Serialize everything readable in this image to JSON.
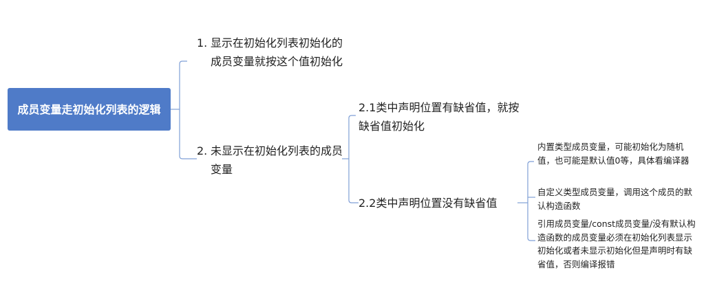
{
  "diagram": {
    "type": "mind-map",
    "colors": {
      "root_fill": "#4f7bc8",
      "root_text": "#ffffff",
      "connector": "#7f9fd6",
      "text": "#222222"
    },
    "root": {
      "label": "成员变量走初始化列表的逻辑"
    },
    "branches": [
      {
        "num": "1.",
        "label": "显示在初始化列表初始化的成员变量就按这个值初始化"
      },
      {
        "num": "2.",
        "label": "未显示在初始化列表的成员变量",
        "children": [
          {
            "label": "2.1类中声明位置有缺省值，就按缺省值初始化"
          },
          {
            "label": "2.2类中声明位置没有缺省值",
            "children": [
              {
                "label": "内置类型成员变量，可能初始化为随机值，也可能是默认值0等，具体看编译器"
              },
              {
                "label": "自定义类型成员变量，调用这个成员的默认构造函数"
              },
              {
                "label": "引用成员变量/const成员变量/没有默认构造函数的成员变量必须在初始化列表显示初始化或者未显示初始化但是声明时有缺省值，否则编译报错"
              }
            ]
          }
        ]
      }
    ]
  }
}
